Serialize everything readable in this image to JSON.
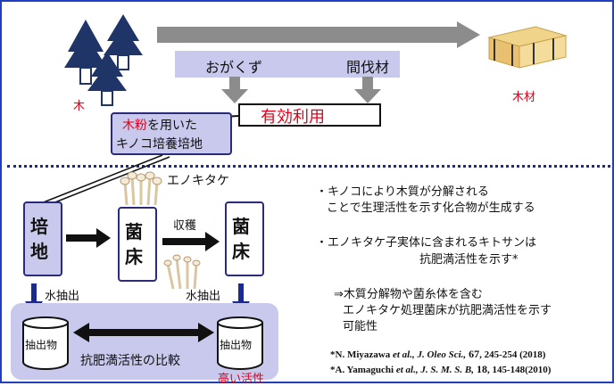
{
  "top": {
    "sawdust": "おがくず",
    "thinned_wood": "間伐材",
    "effective_use": "有効利用",
    "tree_label": "木",
    "timber_label": "木材",
    "medium_box_line1_highlight": "木粉",
    "medium_box_line1_rest": "を用いた",
    "medium_box_line2": "キノコ培養培地"
  },
  "bottom": {
    "medium_block": "培地",
    "fungal_bed1": "菌床",
    "fungal_bed2": "菌床",
    "harvest": "収穫",
    "enokitake": "エノキタケ",
    "water_extract1": "水抽出",
    "water_extract2": "水抽出",
    "extract1": "抽出物",
    "extract2": "抽出物",
    "comparison": "抗肥満活性の比較",
    "high_activity": "高い活性"
  },
  "notes": {
    "n1_line1": "・キノコにより木質が分解される",
    "n1_line2": "ことで生理活性を示す化合物が生成する",
    "n2_line1": "・エノキタケ子実体に含まれるキトサンは",
    "n2_line2": "抗肥満活性を示す*",
    "n3_line1": "⇒木質分解物や菌糸体を含む",
    "n3_line2": "エノキタケ処理菌床が抗肥満活性を示す",
    "n3_line3": "可能性"
  },
  "citations": {
    "c1_authors": "*N. Miyazawa ",
    "c1_etal": "et al., J. Oleo Sci.,",
    "c1_vol": " 67",
    "c1_pages": ", 245-254 (2018)",
    "c2_authors": "*A. Yamaguchi ",
    "c2_etal": "et al., J. S. M. S. B,",
    "c2_vol": " 18",
    "c2_pages": ", 145-148(2010)"
  },
  "colors": {
    "frame": "#1f3fbf",
    "lavender": "#c9c9ee",
    "box_border": "#2b2b7a",
    "arrow_gray": "#8c8c8c",
    "navy_arrow": "#1b2a8f",
    "red_text": "#e0001a",
    "tree_green": "#1f3568",
    "wood_color": "#e8c878"
  }
}
